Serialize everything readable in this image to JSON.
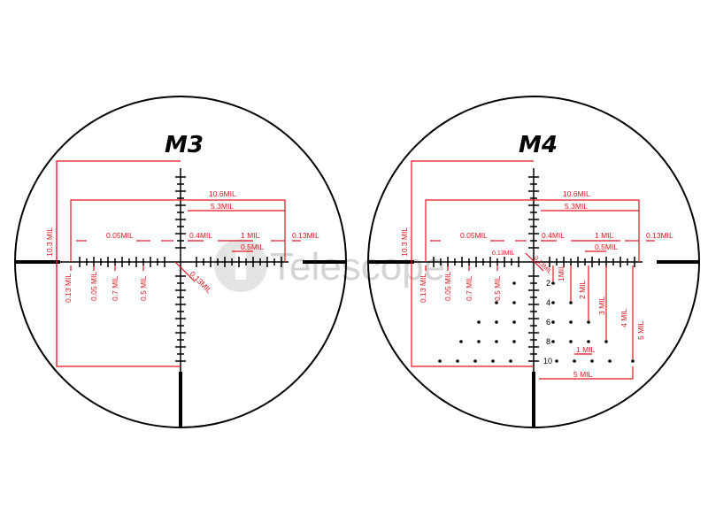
{
  "reticles": [
    {
      "name": "M3",
      "labels": {
        "hash_13": "0.13 MIL",
        "half_mil": "0.5MIL",
        "one_mil": "1 MIL",
        "line_13": "0.13MIL",
        "bar_05": "0.05MIL",
        "spacing_04": "0.4MIL",
        "half_width": "5.3MIL",
        "full_width": "10.6MIL",
        "height": "10.3 MIL",
        "v_13": "0.13 MIL",
        "v_05": "0.05 MIL",
        "v_07": "0.7 MIL",
        "v_05b": "0.5 MIL",
        "diag_13": "0.13MIL"
      }
    },
    {
      "name": "M4",
      "labels": {
        "hash_13": "0.13MIL",
        "half_mil": "0.5MIL",
        "one_mil": "1 MIL",
        "line_13": "0.13MIL",
        "bar_05": "0.05MIL",
        "spacing_04": "0.4MIL",
        "half_width": "5.3MIL",
        "full_width": "10.6MIL",
        "height": "10.3 MIL",
        "v_13": "0.13 MIL",
        "v_05": "0.05 MIL",
        "v_07": "0.7 MIL",
        "v_05b": "0.5 MIL",
        "diag_13": "0.13MIL",
        "drop_1": "1MIL",
        "drop_2": "2 MIL",
        "drop_3": "3 MIL",
        "drop_4": "4 MIL",
        "drop_5": "5 MIL",
        "dot_1mil": "1 MIL",
        "bottom_5mil": "5 MIL",
        "holdover_numbers": [
          "2",
          "4",
          "6",
          "8",
          "10"
        ]
      }
    }
  ],
  "watermark": "Telescope",
  "colors": {
    "dimension": "#e0141c",
    "reticle": "#000000",
    "watermark": "#d4d4d4"
  }
}
